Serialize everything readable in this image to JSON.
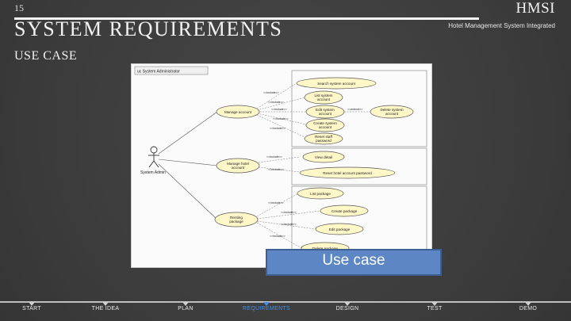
{
  "header": {
    "slide_number": "15",
    "brand": "HMSI",
    "title": "SYSTEM REQUIREMENTS",
    "subtitle": "Hotel Management System Integrated",
    "section": "USE CASE"
  },
  "diagram": {
    "frame_label": "uc System Administrator",
    "actor": "System Admin",
    "include_label": "<<include>>",
    "extend_label": "<<extend>>",
    "manage_account": "Manage account",
    "manage_hotel_account": [
      "Manage hotel",
      "account"
    ],
    "renting_package": [
      "Renting",
      "package"
    ],
    "search_system_account": "Search system account",
    "list_system_account": [
      "List system",
      "account"
    ],
    "edit_system_account": [
      "Edit system",
      "account"
    ],
    "delete_system_account": [
      "Delete system",
      "account"
    ],
    "create_system_account": [
      "Create system",
      "account"
    ],
    "reset_staff_password": [
      "Reset staff",
      "password"
    ],
    "view_detail": "View detail",
    "reset_hotel_account_password": "Reset hotel account password",
    "list_package": "List package",
    "create_package": "Create package",
    "edit_package": "Edit package",
    "delete_package": "Delete package"
  },
  "caption": "Use case",
  "timeline": {
    "items": [
      {
        "label": "START",
        "active": false
      },
      {
        "label": "THE IDEA",
        "active": false
      },
      {
        "label": "PLAN",
        "active": false
      },
      {
        "label": "REQUIREMENTS",
        "active": true
      },
      {
        "label": "DESIGN",
        "active": false
      },
      {
        "label": "TEST",
        "active": false
      },
      {
        "label": "DEMO",
        "active": false
      }
    ],
    "active_color": "#4a8fe0"
  }
}
